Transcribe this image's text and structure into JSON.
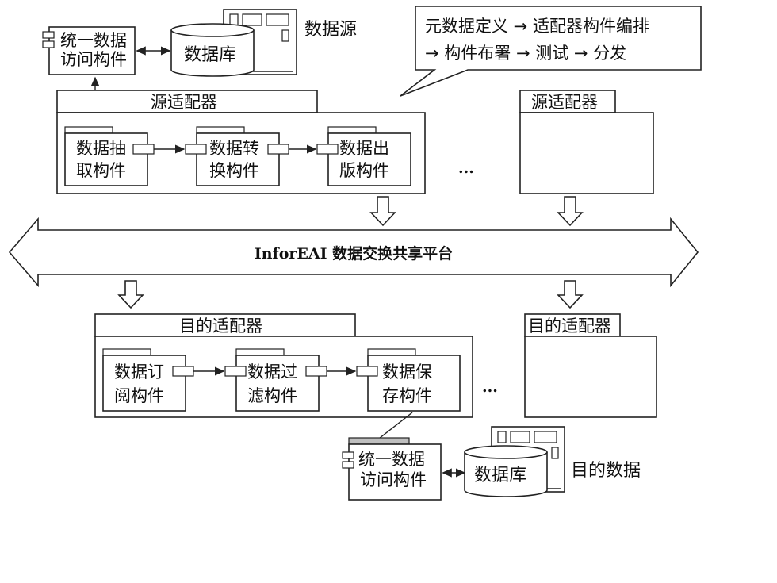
{
  "source": {
    "label": "数据源",
    "database": "数据库",
    "uda_line1": "统一数据",
    "uda_line2": "访问构件",
    "adapter_title": "源适配器",
    "components": [
      {
        "line1": "数据抽",
        "line2": "取构件"
      },
      {
        "line1": "数据转",
        "line2": "换构件"
      },
      {
        "line1": "数据出",
        "line2": "版构件"
      }
    ],
    "adapter2_title": "源适配器"
  },
  "callout": {
    "line1": "元数据定义 → 适配器构件编排",
    "line2": "→ 构件布署 → 测试 → 分发"
  },
  "platform": {
    "label": "InforEAI 数据交换共享平台"
  },
  "target": {
    "label": "目的数据",
    "database": "数据库",
    "uda_line1": "统一数据",
    "uda_line2": "访问构件",
    "adapter_title": "目的适配器",
    "components": [
      {
        "line1": "数据订",
        "line2": "阅构件"
      },
      {
        "line1": "数据过",
        "line2": "滤构件"
      },
      {
        "line1": "数据保",
        "line2": "存构件"
      }
    ],
    "adapter2_title": "目的适配器"
  },
  "ellipsis": "..."
}
